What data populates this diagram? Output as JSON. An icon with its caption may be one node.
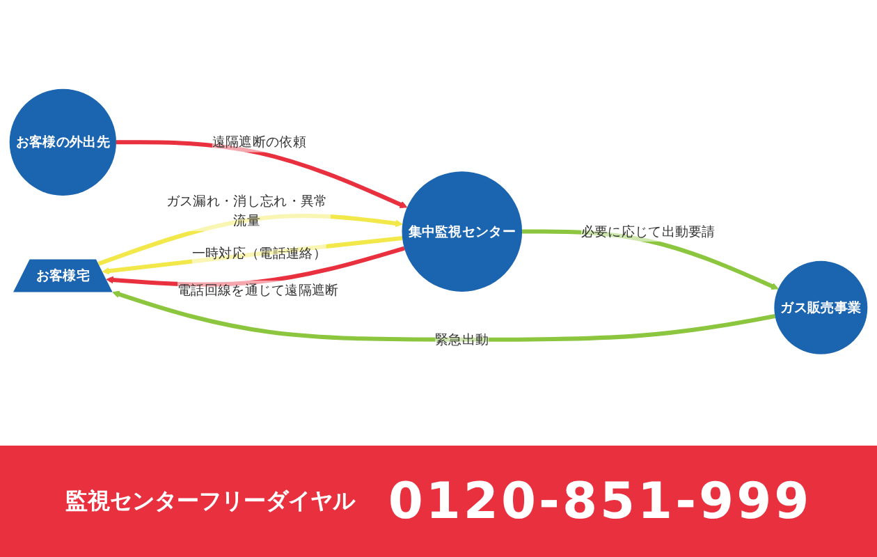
{
  "diagram": {
    "nodes": [
      {
        "text": [
          "お客様宅"
        ]
      },
      {
        "text": [
          "集中監視センター"
        ]
      },
      {
        "text": [
          "お客様の外出先"
        ]
      },
      {
        "text": [
          "ガス販売事業"
        ]
      }
    ],
    "edges": [
      {
        "from": 0,
        "to": 1,
        "arrow": "to",
        "label": "ガス漏れ・消し忘れ・異常流量",
        "color": "#f2e84a"
      },
      {
        "from": 1,
        "to": 0,
        "arrow": "to",
        "label": "一時対応（電話連絡）",
        "color": "#f2e84a"
      },
      {
        "from": 1,
        "to": 0,
        "arrow": "to",
        "label": "電話回線を通じて遠隔遮断",
        "color": "#e8303f"
      },
      {
        "from": 2,
        "to": 1,
        "arrow": "to",
        "label": "遠隔遮断の依頼",
        "color": "#e8303f"
      },
      {
        "from": 1,
        "to": 3,
        "arrow": "to",
        "label": "必要に応じて出動要請",
        "color": "#8cc63f"
      },
      {
        "from": 3,
        "to": 0,
        "arrow": "to",
        "label": "緊急出動",
        "color": "#8cc63f"
      }
    ],
    "labels": [
      "監視センターフリーダイヤル",
      "0120-851-999"
    ]
  }
}
